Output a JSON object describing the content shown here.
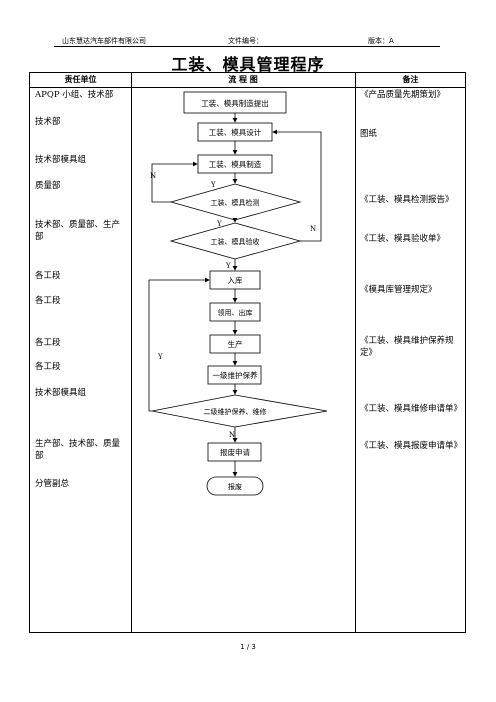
{
  "header": {
    "company": "山东慧达汽车部件有限公司",
    "doc_no_label": "文件编号：",
    "version": "版本：A"
  },
  "title": "工装、模具管理程序",
  "columns": {
    "responsible": "责任单位",
    "flow": "流  程  图",
    "remarks": "备注"
  },
  "responsible": [
    "APQP 小组、技术部",
    "技术部",
    "技术部模具组",
    "质量部",
    "技术部、质量部、生产部",
    "各工段",
    "各工段",
    "各工段",
    "各工段",
    "技术部模具组",
    "生产部、技术部、质量部",
    "分管副总"
  ],
  "remarks": [
    "《产品质量先期策划》",
    "图纸",
    "《工装、模具检测报告》",
    "《工装、模具验收单》",
    "《模具库管理规定》",
    "《工装、模具维护保养规定》",
    "《工装、模具维修申请单》",
    "《工装、模具报废申请单》"
  ],
  "flow": {
    "step1": "工装、模具制造提出",
    "step2": "工装、模具设计",
    "step3": "工装、模具制造",
    "decision1": "工装、模具检测",
    "decision2": "工装、模具验收",
    "step4": "入库",
    "step5": "领用、出库",
    "step6": "生产",
    "step7": "一级维护保养",
    "decision3": "二级维护保养、维修",
    "step8": "报废申请",
    "end": "报废",
    "yes": "Y",
    "no": "N"
  },
  "footer": "1 / 3"
}
